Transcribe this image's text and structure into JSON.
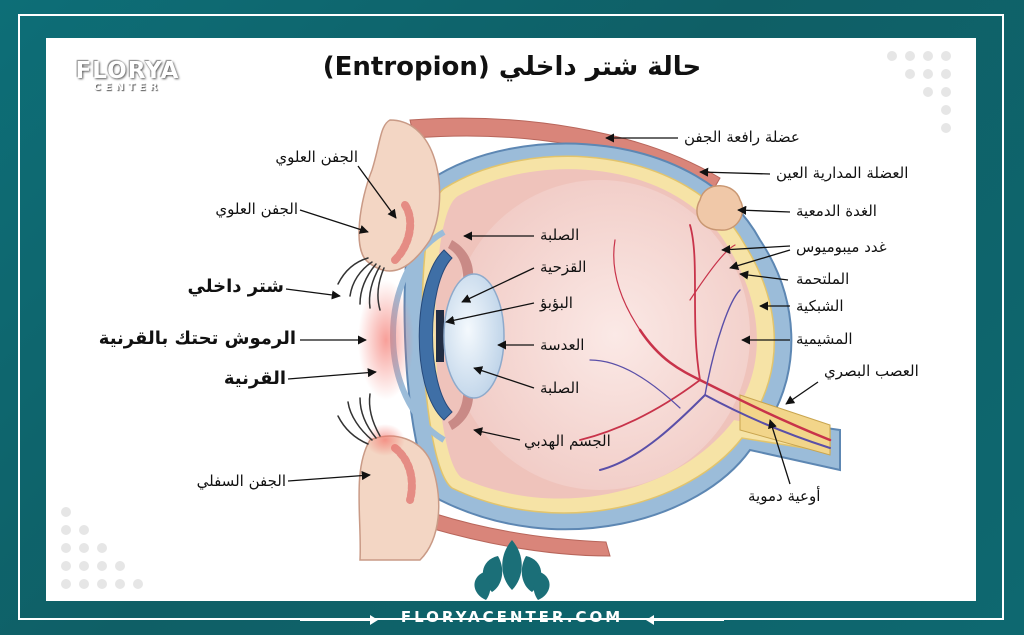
{
  "title": "حالة شتر داخلي (Entropion)",
  "logo": {
    "name": "FLORYA",
    "sub": "CENTER"
  },
  "footer": {
    "url": "FLORYACENTER.COM"
  },
  "colors": {
    "frame": "#0f6b73",
    "panel": "#ffffff",
    "sclera_blue": "#9bbcd9",
    "muscle_red": "#d9857a",
    "eyeball_pink": "#f6d9d5",
    "retina_yellow": "#f6e3a6",
    "iris_blue": "#3f6fa6",
    "lens": "#dde9f4",
    "vessel_red": "#c8334a",
    "vessel_blue": "#5a4fa8",
    "eyelid_skin": "#f3d6c4",
    "logo_teal": "#1b6f78"
  },
  "labels_left": {
    "upper_eyelid_1": "الجفن العلوي",
    "upper_eyelid_2": "الجفن العلوي",
    "entropion": "شتر داخلي",
    "lashes_rub_cornea": "الرموش تحتك بالقرنية",
    "cornea": "القرنية",
    "lower_eyelid": "الجفن السفلي"
  },
  "labels_center": {
    "sclera_1": "الصلبة",
    "iris": "القزحية",
    "pupil": "البؤبؤ",
    "lens": "العدسة",
    "sclera_2": "الصلبة",
    "ciliary_body": "الجسم الهدبي"
  },
  "labels_right": {
    "levator": "عضلة رافعة الجفن",
    "rectus": "العضلة المدارية العين",
    "lacrimal": "الغدة الدمعية",
    "meibomian": "غدد ميبوميوس",
    "conjunctiva": "الملتحمة",
    "retina": "الشبكية",
    "choroid": "المشيمية",
    "optic_nerve": "العصب البصري",
    "vessels": "أوعية دموية"
  }
}
